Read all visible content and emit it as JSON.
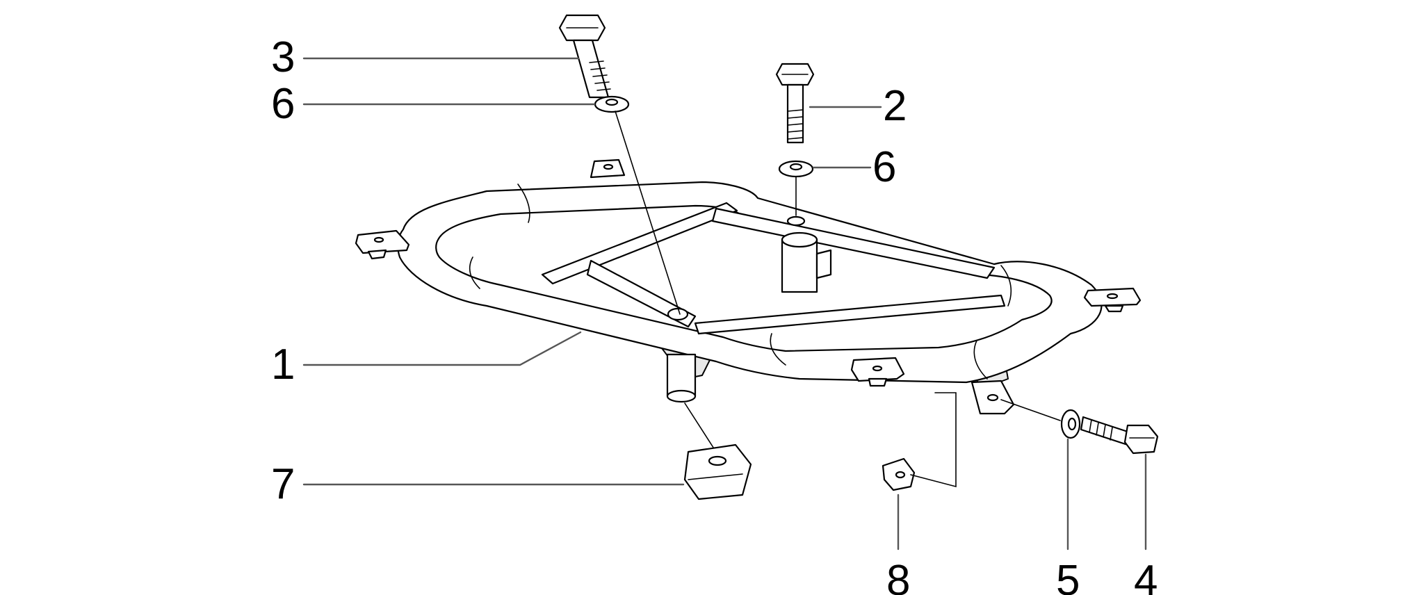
{
  "callouts": [
    {
      "id": "c3",
      "text": "3"
    },
    {
      "id": "c6a",
      "text": "6"
    },
    {
      "id": "c2",
      "text": "2"
    },
    {
      "id": "c6b",
      "text": "6"
    },
    {
      "id": "c1",
      "text": "1"
    },
    {
      "id": "c7",
      "text": "7"
    },
    {
      "id": "c8",
      "text": "8"
    },
    {
      "id": "c5",
      "text": "5"
    },
    {
      "id": "c4",
      "text": "4"
    }
  ]
}
